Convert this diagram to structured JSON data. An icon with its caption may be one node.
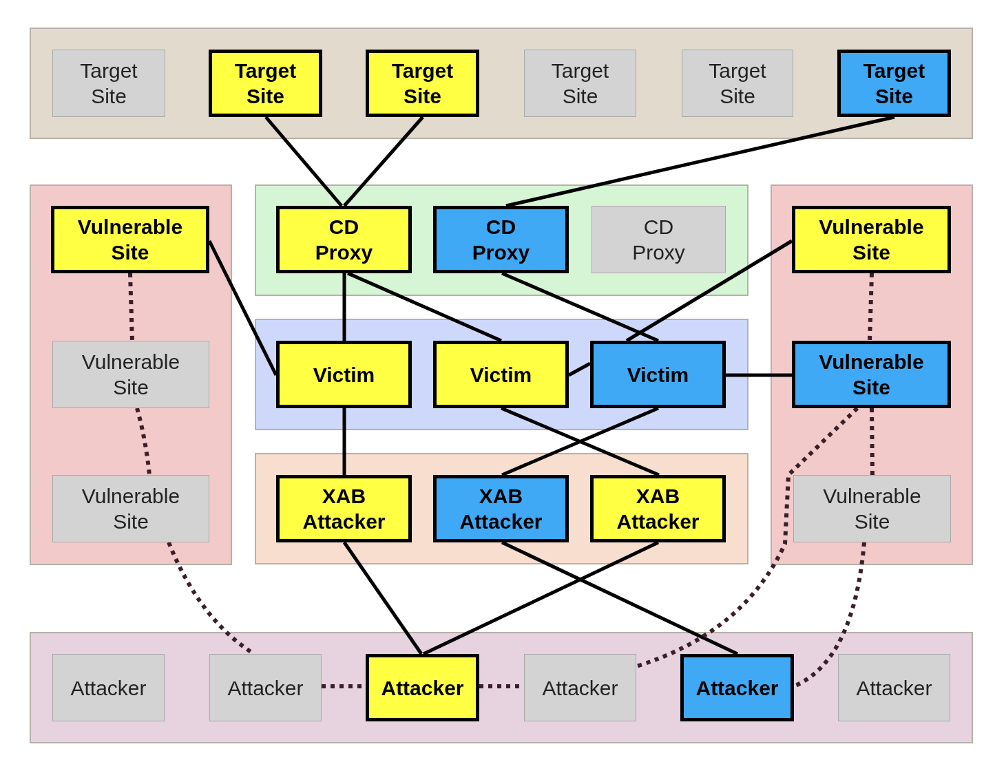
{
  "diagram": {
    "nodes": [
      {
        "text": [],
        "shape": "box"
      },
      {
        "text": [
          "Target Site"
        ],
        "in": 0
      },
      {
        "text": [
          "Target Site"
        ],
        "in": 0
      },
      {
        "text": [
          "Target Site"
        ],
        "in": 0
      },
      {
        "text": [
          "Target Site"
        ],
        "in": 0
      },
      {
        "text": [
          "Target Site"
        ],
        "in": 0
      },
      {
        "text": [
          "Target Site"
        ],
        "in": 0
      },
      {
        "text": [],
        "shape": "box"
      },
      {
        "text": [
          "Vulnerable Site"
        ],
        "in": 7
      },
      {
        "text": [
          "Vulnerable Site"
        ],
        "in": 7
      },
      {
        "text": [
          "Vulnerable Site"
        ],
        "in": 7
      },
      {
        "text": [],
        "shape": "box"
      },
      {
        "text": [
          "CD Proxy"
        ],
        "in": 11
      },
      {
        "text": [
          "CD Proxy"
        ],
        "in": 11
      },
      {
        "text": [
          "CD Proxy"
        ],
        "in": 11
      },
      {
        "text": [],
        "shape": "box"
      },
      {
        "text": [
          "Vulnerable Site"
        ],
        "in": 15
      },
      {
        "text": [
          "Vulnerable Site"
        ],
        "in": 15
      },
      {
        "text": [
          "Vulnerable Site"
        ],
        "in": 15
      },
      {
        "text": [],
        "shape": "box"
      },
      {
        "text": [
          "Victim"
        ],
        "in": 19
      },
      {
        "text": [
          "Victim"
        ],
        "in": 19
      },
      {
        "text": [
          "Victim"
        ],
        "in": 19
      },
      {
        "text": [],
        "shape": "box"
      },
      {
        "text": [
          "XAB Attacker"
        ],
        "in": 23
      },
      {
        "text": [
          "XAB Attacker"
        ],
        "in": 23
      },
      {
        "text": [
          "XAB Attacker"
        ],
        "in": 23
      },
      {
        "text": [],
        "shape": "box"
      },
      {
        "text": [
          "Attacker"
        ],
        "in": 27
      },
      {
        "text": [
          "Attacker"
        ],
        "in": 27
      },
      {
        "text": [
          "Attacker"
        ],
        "in": 27
      },
      {
        "text": [
          "Attacker"
        ],
        "in": 27
      },
      {
        "text": [
          "Attacker"
        ],
        "in": 27
      },
      {
        "text": [
          "Attacker"
        ],
        "in": 27
      }
    ],
    "edges": [
      {
        "from": 2,
        "to": 12,
        "arrow": "none"
      },
      {
        "from": 3,
        "to": 12,
        "arrow": "none"
      },
      {
        "from": 6,
        "to": 13,
        "arrow": "none"
      },
      {
        "from": 8,
        "to": 20,
        "arrow": "none"
      },
      {
        "from": 12,
        "to": 20,
        "arrow": "none"
      },
      {
        "from": 12,
        "to": 21,
        "arrow": "none"
      },
      {
        "from": 13,
        "to": 22,
        "arrow": "none"
      },
      {
        "from": 16,
        "to": 22,
        "arrow": "none"
      },
      {
        "from": 21,
        "to": 22,
        "arrow": "none"
      },
      {
        "from": 22,
        "to": 17,
        "arrow": "none"
      },
      {
        "from": 20,
        "to": 24,
        "arrow": "none"
      },
      {
        "from": 21,
        "to": 26,
        "arrow": "none"
      },
      {
        "from": 22,
        "to": 25,
        "arrow": "none"
      },
      {
        "from": 24,
        "to": 30,
        "arrow": "none"
      },
      {
        "from": 26,
        "to": 30,
        "arrow": "none"
      },
      {
        "from": 25,
        "to": 32,
        "arrow": "none"
      },
      {
        "from": 8,
        "to": 9,
        "arrow": "none",
        "style": "dashed"
      },
      {
        "from": 9,
        "to": 10,
        "arrow": "none",
        "style": "dashed"
      },
      {
        "from": 10,
        "to": 29,
        "arrow": "none",
        "style": "dashed"
      },
      {
        "from": 29,
        "to": 30,
        "arrow": "none",
        "style": "dashed"
      },
      {
        "from": 30,
        "to": 31,
        "arrow": "none",
        "style": "dashed"
      },
      {
        "from": 16,
        "to": 17,
        "arrow": "none",
        "style": "dashed"
      },
      {
        "from": 17,
        "to": 18,
        "arrow": "none",
        "style": "dashed"
      },
      {
        "from": 17,
        "to": 31,
        "arrow": "none",
        "style": "dashed"
      },
      {
        "from": 18,
        "to": 32,
        "arrow": "none",
        "style": "dashed"
      }
    ]
  }
}
